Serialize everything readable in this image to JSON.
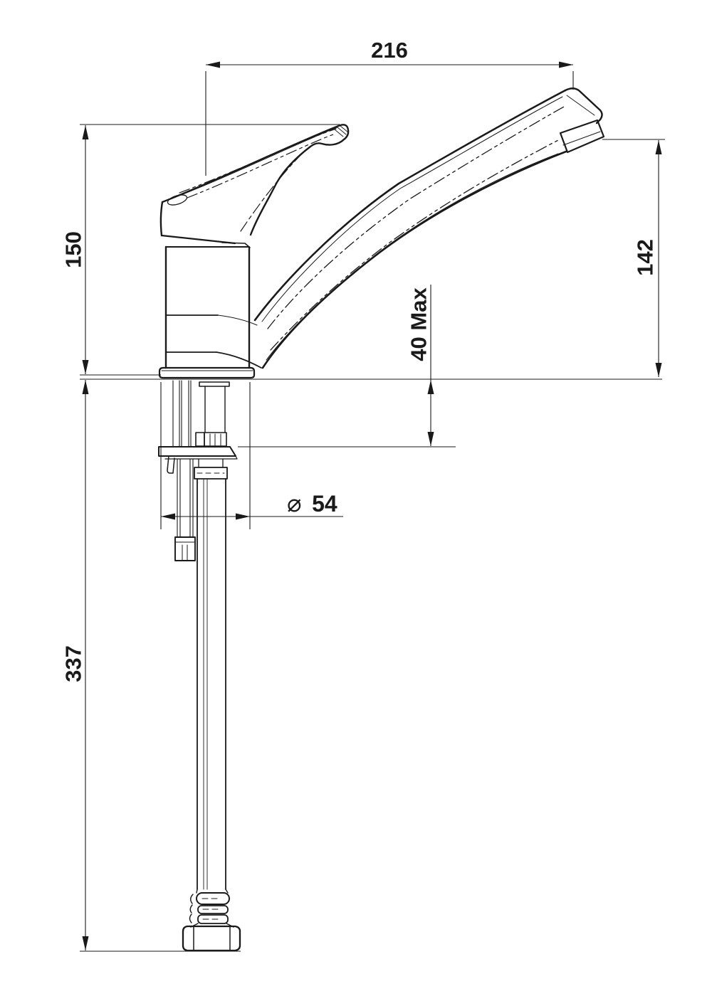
{
  "drawing": {
    "ink_color": "#1a1a1a",
    "background_color": "#ffffff"
  },
  "dimensions": {
    "spout_reach": {
      "label": "216"
    },
    "height_to_lever_top": {
      "label": "150"
    },
    "spout_outlet_height": {
      "label": "142"
    },
    "max_mounting_thickness": {
      "label": "40 Max"
    },
    "base_diameter": {
      "symbol": "⌀",
      "value": "54"
    },
    "below_counter_length": {
      "label": "337"
    }
  }
}
